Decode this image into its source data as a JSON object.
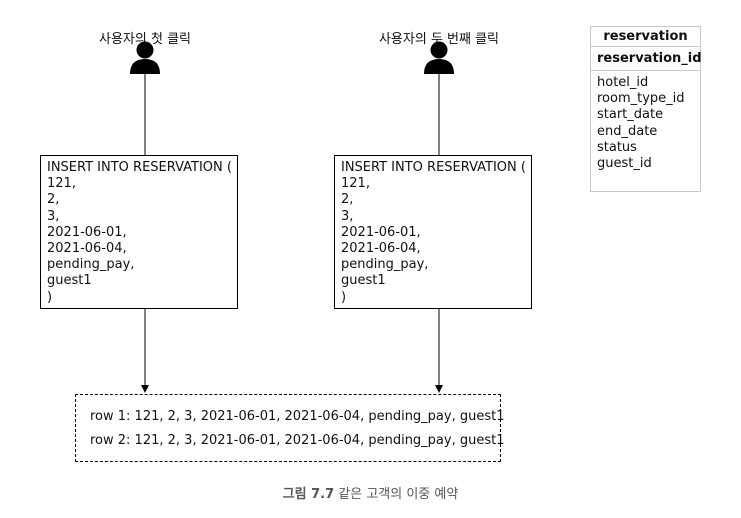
{
  "users": [
    {
      "label": "사용자의 첫 클릭",
      "icon": "user-icon"
    },
    {
      "label": "사용자의 두 번째 클릭",
      "icon": "user-icon"
    }
  ],
  "statements": [
    {
      "lines": [
        "INSERT INTO RESERVATION (",
        "121,",
        "2,",
        "3,",
        "2021-06-01,",
        "2021-06-04,",
        "pending_pay,",
        "guest1",
        ")"
      ]
    },
    {
      "lines": [
        "INSERT INTO RESERVATION (",
        "121,",
        "2,",
        "3,",
        "2021-06-01,",
        "2021-06-04,",
        "pending_pay,",
        "guest1",
        ")"
      ]
    }
  ],
  "result_rows": [
    "row 1: 121, 2, 3, 2021-06-01, 2021-06-04, pending_pay, guest1",
    "row 2: 121, 2, 3, 2021-06-01, 2021-06-04, pending_pay, guest1"
  ],
  "schema": {
    "table": "reservation",
    "primary_key": "reservation_id",
    "fields": [
      "hotel_id",
      "room_type_id",
      "start_date",
      "end_date",
      "status",
      "guest_id"
    ]
  },
  "caption": {
    "number": "그림 7.7",
    "text": "같은 고객의 이중 예약"
  },
  "colors": {
    "line": "#000000",
    "schema_border": "#c8c8c8",
    "caption": "#555555"
  }
}
